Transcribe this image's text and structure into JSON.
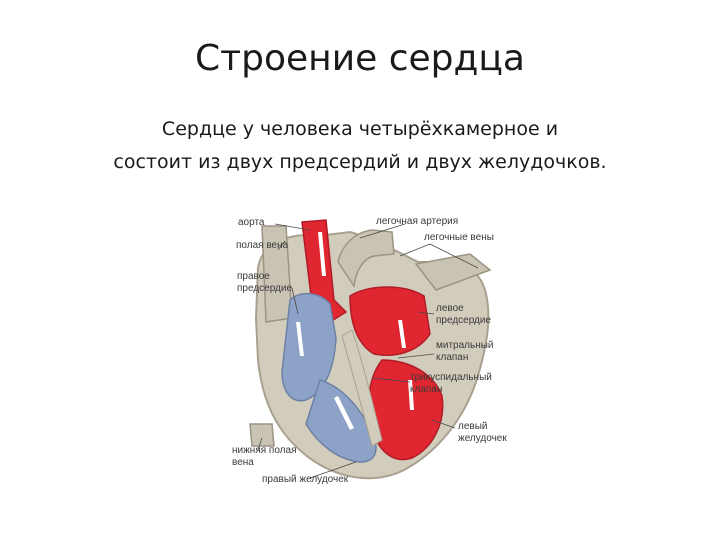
{
  "slide": {
    "title": "Строение сердца",
    "subtitle_line1": "Сердце у человека четырёхкамерное и",
    "subtitle_line2": "состоит из двух предсердий и двух желудочков."
  },
  "diagram": {
    "colors": {
      "oxygenated": "#e02631",
      "deoxygenated": "#8da2c7",
      "tissue": "#d2ccbc"
    },
    "labels": {
      "aorta": "аорта",
      "pulmonary_artery": "легочная артерия",
      "superior_vena_cava": "полая вена",
      "pulmonary_veins": "легочные вены",
      "right_atrium_1": "правое",
      "right_atrium_2": "предсердие",
      "left_atrium_1": "левое",
      "left_atrium_2": "предсердие",
      "mitral_valve_1": "митральный",
      "mitral_valve_2": "клапан",
      "tricuspid_valve_1": "трикуспидальный",
      "tricuspid_valve_2": "клапан",
      "left_ventricle_1": "левый",
      "left_ventricle_2": "желудочек",
      "inferior_vena_cava_1": "нижняя полая",
      "inferior_vena_cava_2": "вена",
      "right_ventricle": "правый желудочек"
    }
  }
}
